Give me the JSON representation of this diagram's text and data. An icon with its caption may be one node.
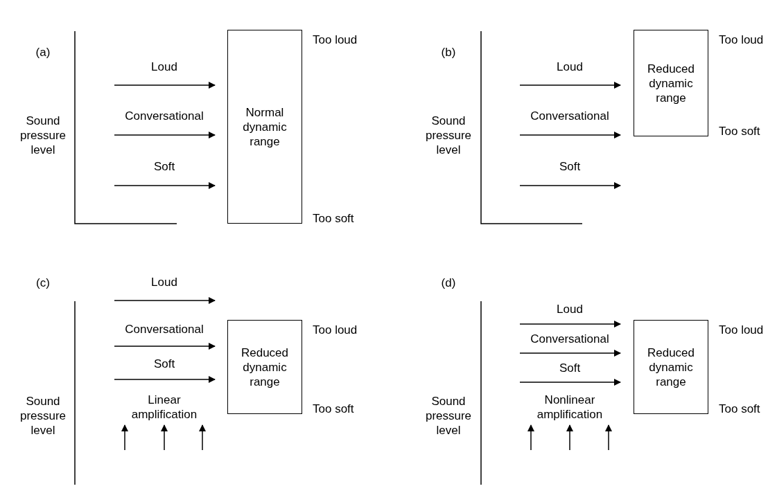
{
  "diagram": {
    "nodes": [
      {
        "text": [
          "Normal dynamic range"
        ],
        "beside": [
          "Too loud",
          "Too soft"
        ]
      },
      {
        "text": [
          "Reduced dynamic range"
        ],
        "beside": [
          "Too loud",
          "Too soft"
        ]
      },
      {
        "text": [
          "Reduced dynamic range"
        ],
        "beside": [
          "Too loud",
          "Too soft"
        ]
      },
      {
        "text": [
          "Reduced dynamic range"
        ],
        "beside": [
          "Too loud",
          "Too soft"
        ]
      }
    ],
    "edges": [],
    "labels": [
      "(a)",
      "Sound pressure level",
      "Loud",
      "Conversational",
      "Soft",
      "(b)",
      "Sound pressure level",
      "Loud",
      "Conversational",
      "Soft",
      "(c)",
      "Loud",
      "Conversational",
      "Soft",
      "Sound pressure level",
      "Linear amplification",
      "(d)",
      "Loud",
      "Conversational",
      "Soft",
      "Sound pressure level",
      "Nonlinear amplification"
    ]
  }
}
